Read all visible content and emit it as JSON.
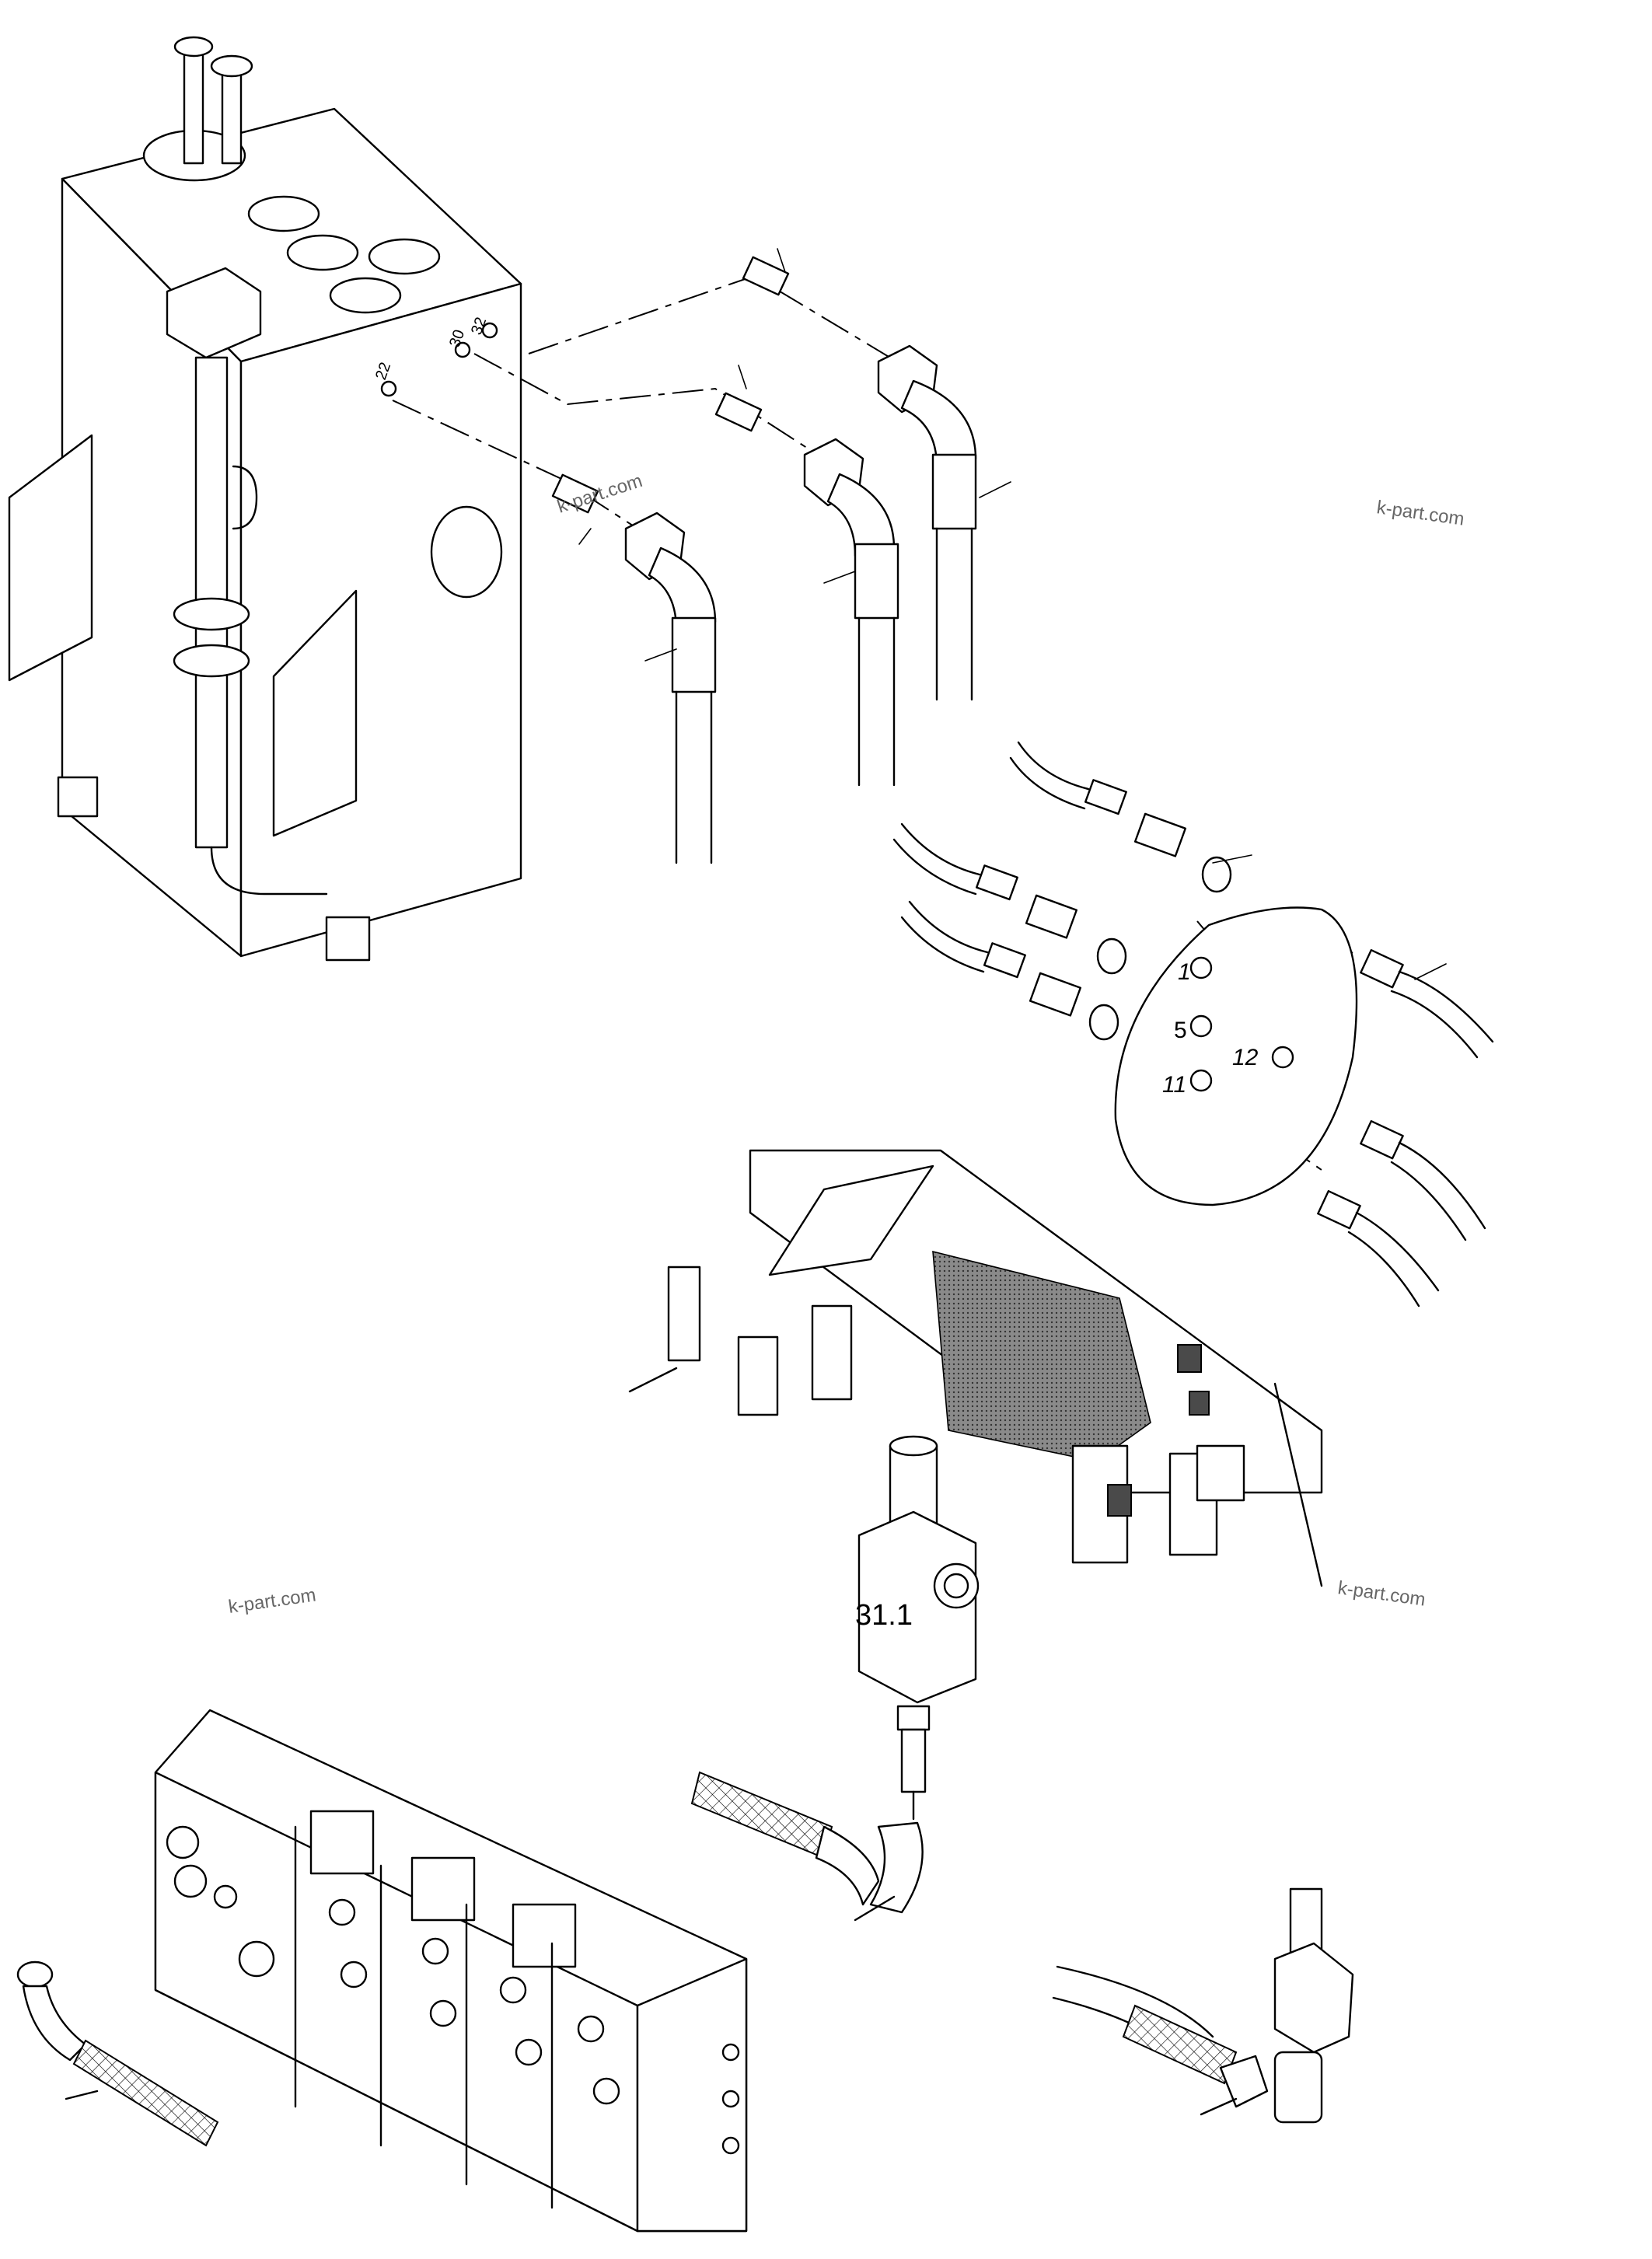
{
  "diagram": {
    "port_labels": {
      "port_32": "32",
      "port_30": "30",
      "port_22": "22",
      "port_1": "1",
      "port_5": "5",
      "port_12": "12",
      "port_11": "11"
    },
    "part_label": "31.1",
    "watermarks": [
      "k-part.com",
      "k-part.com",
      "k-part.com",
      "k-part.com"
    ]
  }
}
